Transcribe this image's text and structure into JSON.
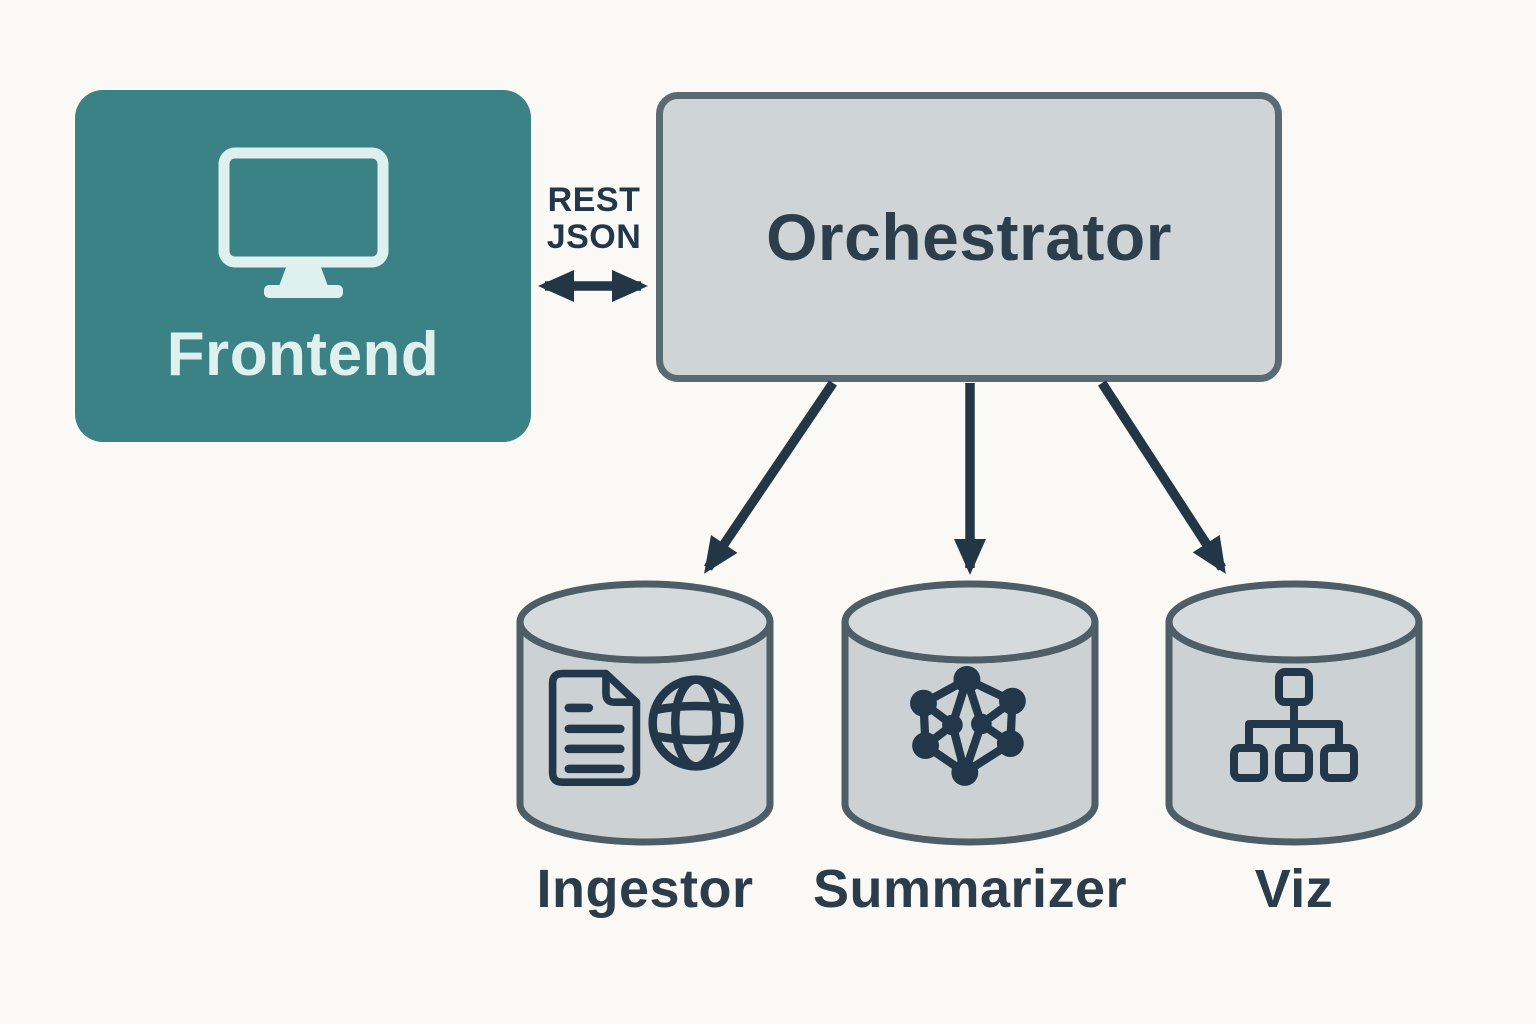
{
  "frontend": {
    "label": "Frontend",
    "icon": "monitor-icon"
  },
  "orchestrator": {
    "label": "Orchestrator"
  },
  "connection": {
    "protocol_line1": "REST",
    "protocol_line2": "JSON",
    "type": "bidirectional-arrow"
  },
  "services": [
    {
      "label": "Ingestor",
      "icon": "document-globe-icon"
    },
    {
      "label": "Summarizer",
      "icon": "network-graph-icon"
    },
    {
      "label": "Viz",
      "icon": "hierarchy-tree-icon"
    }
  ],
  "colors": {
    "background": "#fbf9f6",
    "frontend_teal": "#3b8286",
    "icon_mint": "#def1ef",
    "box_gray": "#cfd4d6",
    "cylinder_gray": "#ccd1d4",
    "cylinder_top_gray": "#d5dadc",
    "border_slate": "#5a6a73",
    "cylinder_border_slate": "#4e5e67",
    "ink_navy": "#22384a",
    "arrow_navy": "#223646"
  }
}
